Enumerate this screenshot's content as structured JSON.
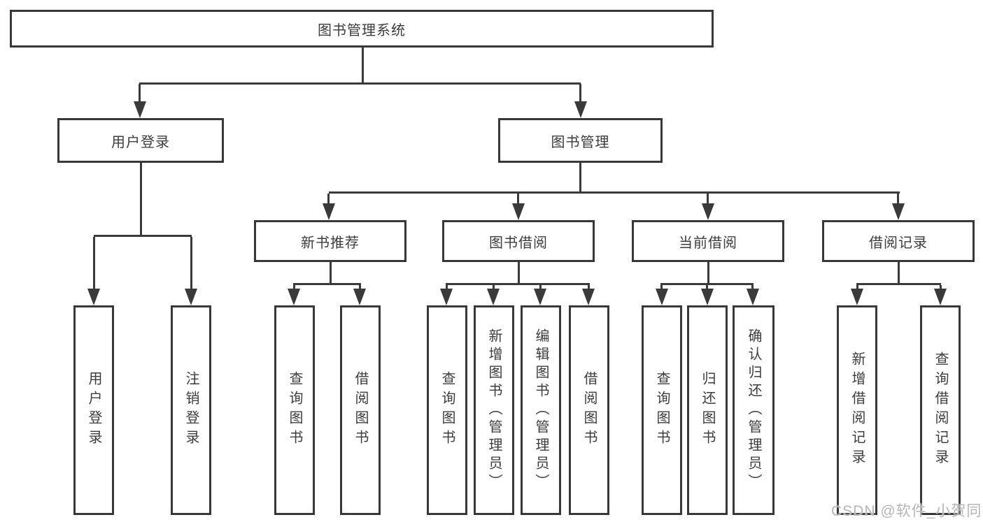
{
  "root": {
    "label": "图书管理系统"
  },
  "user_login": {
    "label": "用户登录",
    "children": [
      {
        "label": "用户登录"
      },
      {
        "label": "注销登录"
      }
    ]
  },
  "book_mgmt": {
    "label": "图书管理",
    "sections": [
      {
        "label": "新书推荐",
        "children": [
          {
            "label": "查询图书"
          },
          {
            "label": "借阅图书"
          }
        ]
      },
      {
        "label": "图书借阅",
        "children": [
          {
            "label": "查询图书"
          },
          {
            "label": "新增图书（管理员）"
          },
          {
            "label": "编辑图书（管理员）"
          },
          {
            "label": "借阅图书"
          }
        ]
      },
      {
        "label": "当前借阅",
        "children": [
          {
            "label": "查询图书"
          },
          {
            "label": "归还图书"
          },
          {
            "label": "确认归还（管理员）"
          }
        ]
      },
      {
        "label": "借阅记录",
        "children": [
          {
            "label": "新增借阅记录"
          },
          {
            "label": "查询借阅记录"
          }
        ]
      }
    ]
  },
  "watermark": {
    "text": "CSDN @软件_小贺同学"
  },
  "colors": {
    "line": "#3a3a3a",
    "text": "#3c3c3c",
    "watermark_text": "#b5b5b5",
    "background": "#ffffff"
  }
}
